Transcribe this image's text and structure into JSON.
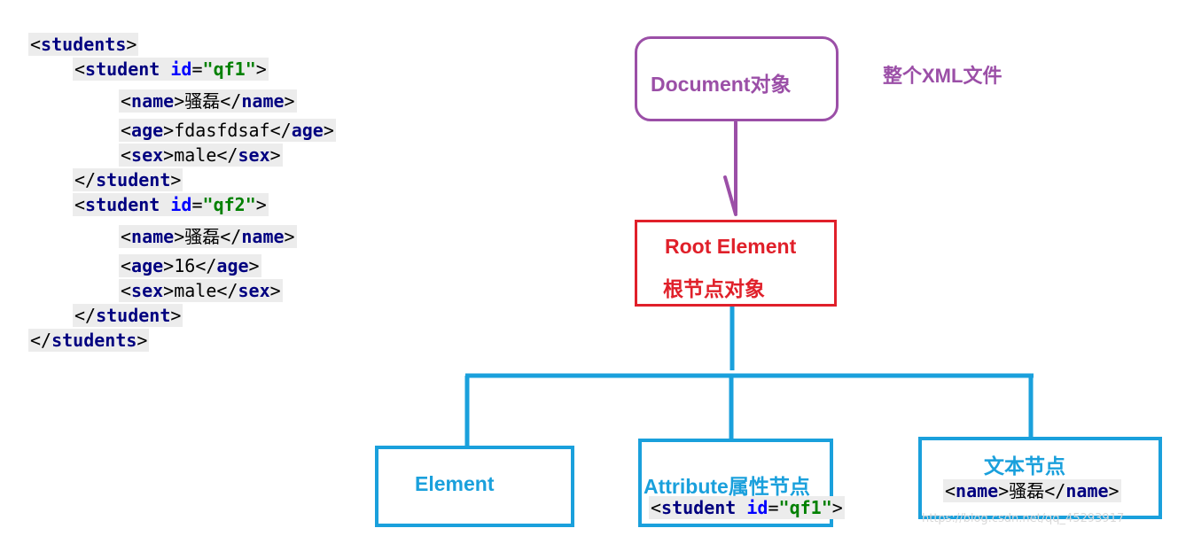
{
  "code": {
    "l1_tag": "students",
    "l2_tag": "student",
    "l2_attr": "id",
    "l2_val": "\"qf1\"",
    "l3_tag": "name",
    "l3_text": "骚磊",
    "l4_tag": "age",
    "l4_text": "fdasfdsaf",
    "l5_tag": "sex",
    "l5_text": "male",
    "l6_tag": "student",
    "l7_tag": "student",
    "l7_attr": "id",
    "l7_val": "\"qf2\"",
    "l8_tag": "name",
    "l8_text": "骚磊",
    "l9_tag": "age",
    "l9_text": "16",
    "l10_tag": "sex",
    "l10_text": "male",
    "l11_tag": "student",
    "l12_tag": "students"
  },
  "diagram": {
    "document_label": "Document对象",
    "document_note": "整个XML文件",
    "root_label_line1": "Root Element",
    "root_label_line2": "根节点对象",
    "element_label": "Element",
    "attribute_label": "Attribute属性节点",
    "attribute_code": {
      "tag": "student",
      "attr": "id",
      "val": "\"qf1\""
    },
    "text_label": "文本节点",
    "text_code": {
      "tag": "name",
      "text": "骚磊"
    }
  },
  "colors": {
    "document": "#9b4fa7",
    "root": "#e0202a",
    "child": "#1aa0dc",
    "code_tag": "#000080",
    "code_attr": "#0000ff",
    "code_value": "#008000"
  },
  "watermark": "https://blog.csdn.net/qq_45293917"
}
